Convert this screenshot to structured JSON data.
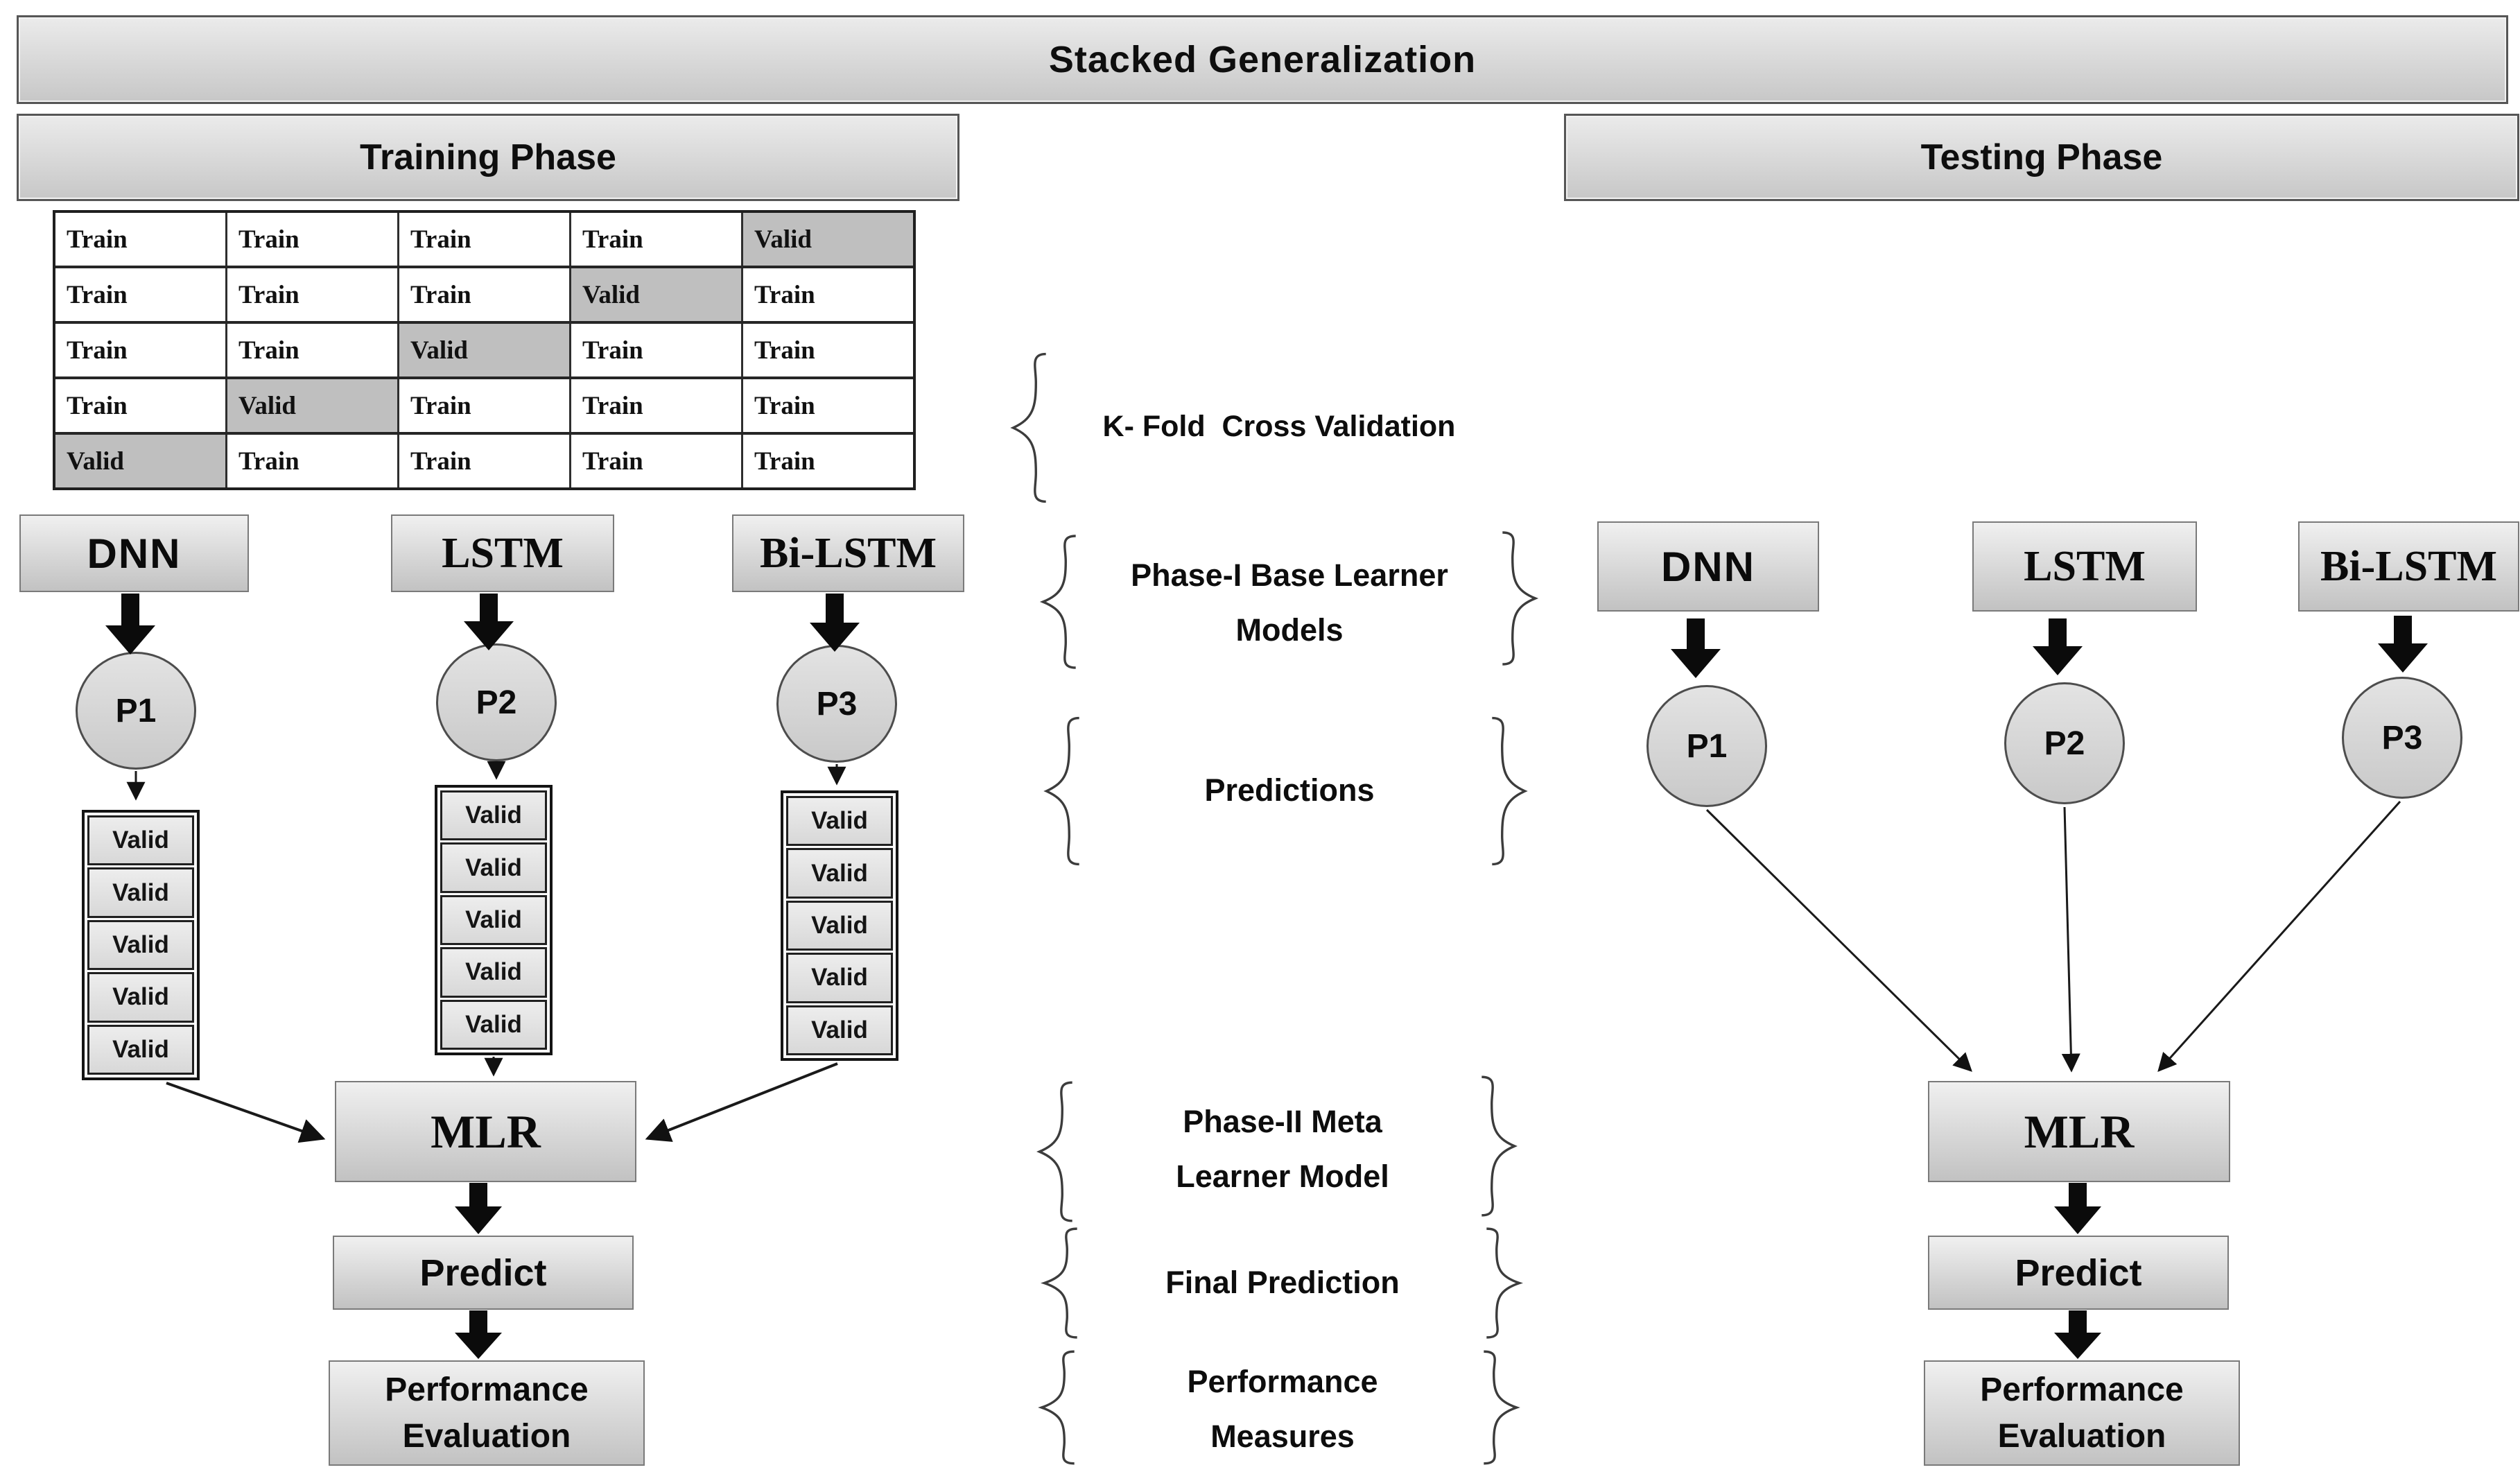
{
  "title": "Stacked Generalization",
  "training": {
    "header": "Training Phase",
    "models": [
      "DNN",
      "LSTM",
      "Bi-LSTM"
    ],
    "predictions": [
      "P1",
      "P2",
      "P3"
    ],
    "meta_model": "MLR",
    "predict_label": "Predict",
    "perf_line1": "Performance",
    "perf_line2": "Evaluation"
  },
  "testing": {
    "header": "Testing Phase",
    "models": [
      "DNN",
      "LSTM",
      "Bi-LSTM"
    ],
    "predictions": [
      "P1",
      "P2",
      "P3"
    ],
    "meta_model": "MLR",
    "predict_label": "Predict",
    "perf_line1": "Performance",
    "perf_line2": "Evaluation"
  },
  "kfold_table": {
    "rows": [
      [
        "Train",
        "Train",
        "Train",
        "Train",
        "Valid"
      ],
      [
        "Train",
        "Train",
        "Train",
        "Valid",
        "Train"
      ],
      [
        "Train",
        "Train",
        "Valid",
        "Train",
        "Train"
      ],
      [
        "Train",
        "Valid",
        "Train",
        "Train",
        "Train"
      ],
      [
        "Valid",
        "Train",
        "Train",
        "Train",
        "Train"
      ]
    ],
    "highlight_value": "Valid"
  },
  "valid_stacks": {
    "cell_label": "Valid",
    "cells_per_stack": 5,
    "stack_count": 3
  },
  "middle_labels": {
    "kfold": "K- Fold  Cross Validation",
    "phase1_line1": "Phase-I Base Learner",
    "phase1_line2": "Models",
    "predictions": "Predictions",
    "phase2_line1": "Phase-II Meta",
    "phase2_line2": "Learner Model",
    "final_prediction": "Final Prediction",
    "perf_line1": "Performance",
    "perf_line2": "Measures"
  },
  "colors": {
    "box_fill_top": "#f0f0f0",
    "box_fill_bottom": "#c2c2c2",
    "box_border": "#7a7a7a",
    "bar_border": "#565656",
    "shaded_cell": "#bfbfbf",
    "arrow": "#0b0b0b",
    "text": "#0d0d0d"
  }
}
